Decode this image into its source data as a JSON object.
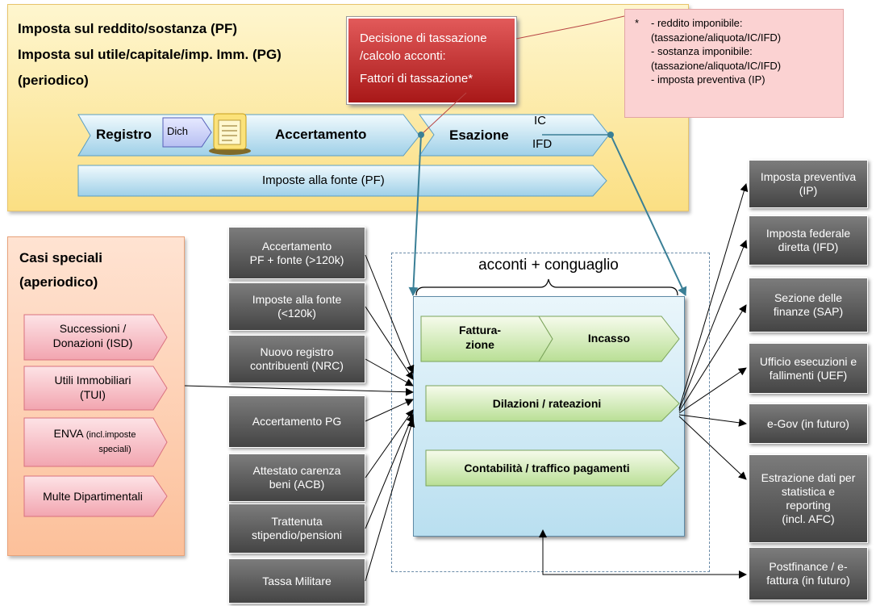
{
  "top_panel": {
    "line1": "Imposta sul reddito/sostanza (PF)",
    "line2": "Imposta sul utile/capitale/imp. Imm. (PG)",
    "line3": "(periodico)"
  },
  "decision_box": {
    "line1": "Decisione di tassazione",
    "line2": "/calcolo acconti:",
    "line3": "Fattori di tassazione*"
  },
  "note_box": {
    "star": "*",
    "lines": [
      "- reddito imponibile:",
      "(tassazione/aliquota/IC/IFD)",
      "- sostanza imponibile:",
      "(tassazione/aliquota/IC/IFD)",
      "- imposta preventiva (IP)"
    ]
  },
  "process": {
    "registro": "Registro",
    "dich": "Dich",
    "accertamento": "Accertamento",
    "esazione": "Esazione",
    "ic": "IC",
    "ifd": "IFD",
    "imposte_fonte": "Imposte alla fonte (PF)"
  },
  "special_panel": {
    "title1": "Casi speciali",
    "title2": "(aperiodico)",
    "items": [
      {
        "line1": "Successioni /",
        "line2": "Donazioni (ISD)"
      },
      {
        "line1": "Utili Immobiliari",
        "line2": "(TUI)"
      },
      {
        "line1": "ENVA",
        "small": "(incl.imposte",
        "line2": "speciali)"
      },
      {
        "line1": "Multe Dipartimentali"
      }
    ]
  },
  "inputs": [
    {
      "line1": "Accertamento",
      "line2": "PF + fonte (>120k)"
    },
    {
      "line1": "Imposte alla fonte",
      "line2": "(<120k)"
    },
    {
      "line1": "Nuovo registro",
      "line2": "contribuenti (NRC)"
    },
    {
      "line1": "Accertamento PG",
      "line2": ""
    },
    {
      "line1": "Attestato carenza",
      "line2": "beni (ACB)"
    },
    {
      "line1": "Trattenuta",
      "line2": "stipendio/pensioni"
    },
    {
      "line1": "Tassa Militare",
      "line2": ""
    }
  ],
  "center": {
    "brace_label": "acconti + conguaglio",
    "fatturazione1": "Fattura-",
    "fatturazione2": "zione",
    "incasso": "Incasso",
    "dilazioni": "Dilazioni / rateazioni",
    "contabilita": "Contabilità / traffico pagamenti"
  },
  "outputs": [
    {
      "line1": "Imposta preventiva",
      "line2": "(IP)"
    },
    {
      "line1": "Imposta federale",
      "line2": "diretta (IFD)"
    },
    {
      "line1": "Sezione delle",
      "line2": "finanze (SAP)"
    },
    {
      "line1": "Ufficio esecuzioni e",
      "line2": "fallimenti (UEF)"
    },
    {
      "line1": "e-Gov (in futuro)",
      "line2": ""
    },
    {
      "line1": "Estrazione dati per",
      "line2": "statistica e",
      "line3": "reporting",
      "line4": "(incl. AFC)"
    },
    {
      "line1": "Postfinance / e-",
      "line2": "fattura (in futuro)"
    }
  ],
  "colors": {
    "decision_red": "#b82222",
    "output_grey": "#555555",
    "arrow_teal": "#3a7f96"
  }
}
